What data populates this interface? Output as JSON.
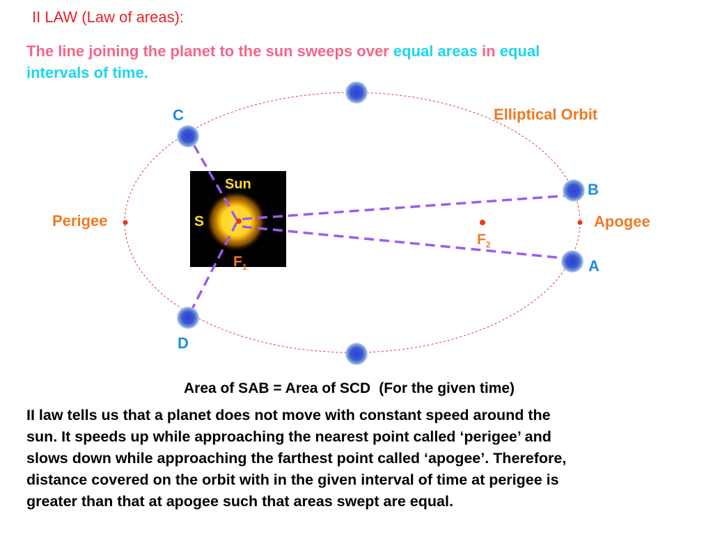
{
  "header": {
    "title": "II LAW (Law of areas):"
  },
  "statement": {
    "part1": "The line joining the planet to the sun sweeps over ",
    "highlight1": "equal areas",
    "part2": " in ",
    "highlight2_a": "equal",
    "highlight2_b": "intervals of time",
    "end": "."
  },
  "diagram": {
    "orbit_label": "Elliptical Orbit",
    "sun_label": "Sun",
    "sun_point_label": "S",
    "focus1_label": "F",
    "focus1_sub": "1",
    "focus2_label": "F",
    "focus2_sub": "2",
    "perigee_label": "Perigee",
    "apogee_label": "Apogee",
    "point_a": "A",
    "point_b": "B",
    "point_c": "C",
    "point_d": "D"
  },
  "colors": {
    "title": "#e8202a",
    "statement": "#f2668b",
    "highlight": "#1ad6f0",
    "orbit": "#e03a3a",
    "point_labels": "#1a8fd8",
    "orange_labels": "#f07820",
    "sweep_lines": "#9a5cf0",
    "planet": "#2a40c8",
    "sun": "#ffcc22"
  },
  "equation": {
    "main": "Area of SAB = Area of SCD",
    "note": "(For the given time)"
  },
  "explanation": {
    "line1": "II law tells us that a planet does not move with constant speed around the",
    "line2": "sun.  It speeds up while approaching the nearest point called ‘perigee’ and",
    "line3": "slows down while approaching the farthest point called ‘apogee’.  Therefore,",
    "line4": "distance covered on the orbit with in the given interval of time at perigee is",
    "line5": "greater than that at apogee such that areas swept are equal."
  }
}
